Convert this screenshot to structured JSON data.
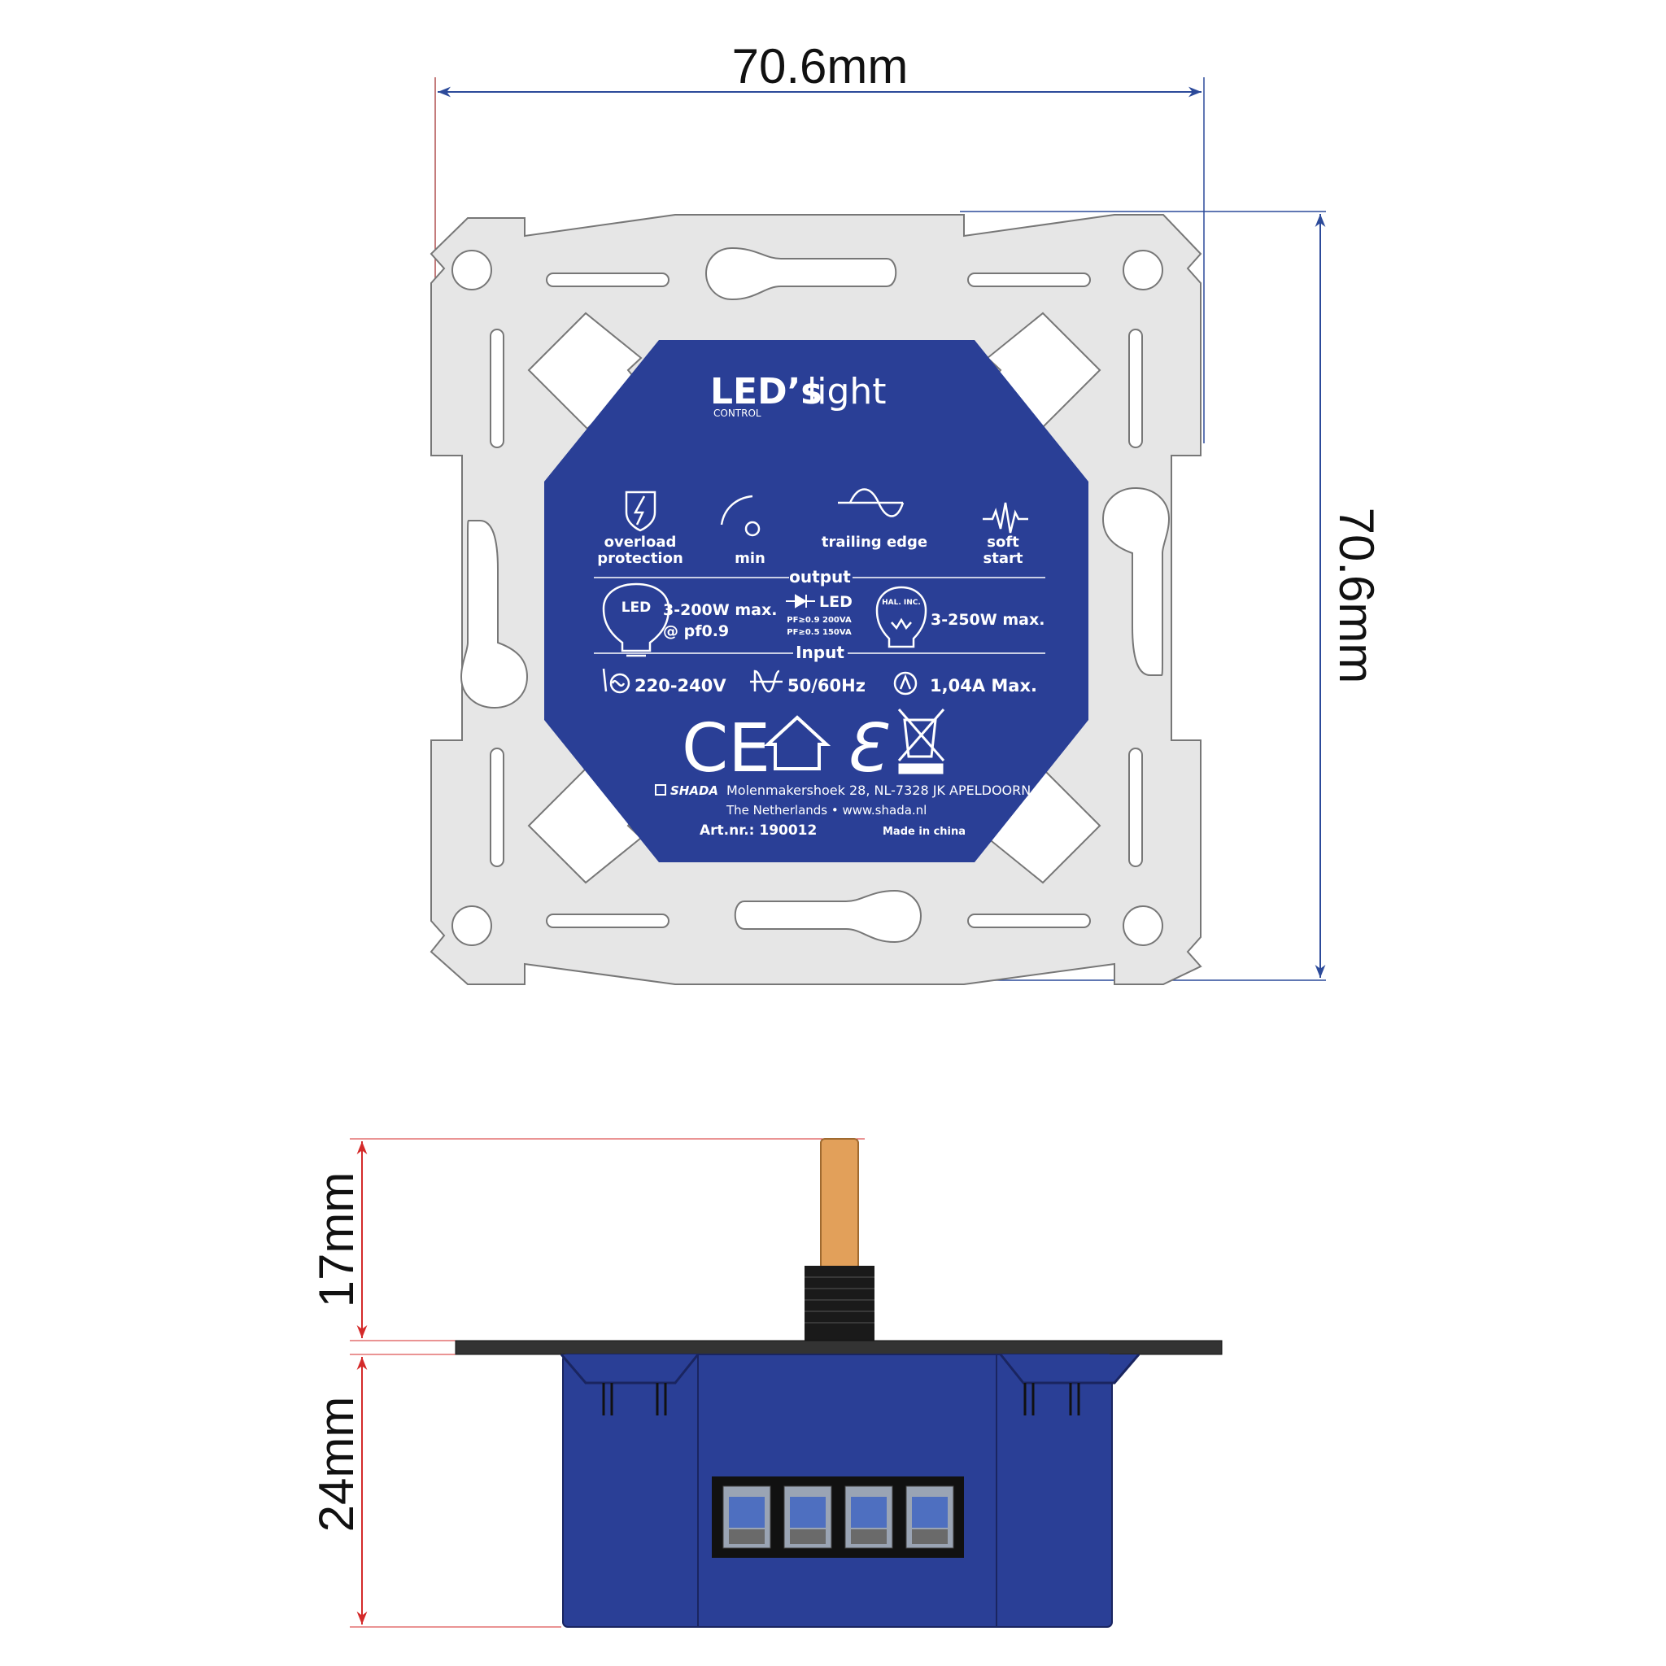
{
  "dimensions": {
    "width": "70.6mm",
    "height": "70.6mm",
    "shaft": "17mm",
    "body_depth": "24mm"
  },
  "colors": {
    "label_blue": "#2a3f96",
    "plate_grey": "#e6e6e6",
    "plate_outline": "#777777",
    "dim_line_blue": "#2c4a9a",
    "dim_arrow_red": "#d42a2a",
    "shaft_orange": "#e2a05a",
    "body_blue": "#2a3f96",
    "face_plate": "#333333"
  },
  "label": {
    "brand_bold": "LED’s",
    "brand_light": "light",
    "brand_sub": "CONTROL",
    "features": [
      {
        "icon": "lightning-shield-icon",
        "line1": "overload",
        "line2": "protection"
      },
      {
        "icon": "dimmer-min-icon",
        "line1": "",
        "line2": "min"
      },
      {
        "icon": "trailing-edge-wave-icon",
        "line1": "trailing edge",
        "line2": ""
      },
      {
        "icon": "soft-start-wave-icon",
        "line1": "soft",
        "line2": "start"
      }
    ],
    "output_heading": "output",
    "led_bulb_text": "LED",
    "led_range": "3-200W max.",
    "led_pf": "@ pf0.9",
    "led_symbol_label": "LED",
    "pf_line1": "PF≥0.9 200VA",
    "pf_line2": "PF≥0.5 150VA",
    "hal_bulb_text": "HAL. INC.",
    "hal_range": "3-250W max.",
    "input_heading": "Input",
    "voltage": "220-240V",
    "frequency": "50/60Hz",
    "current": "1,04A Max.",
    "ce_mark": "CE",
    "eps_mark": "Ɛ",
    "maker": "SHADA",
    "address_line1": "Molenmakershoek 28, NL-7328 JK APELDOORN",
    "address_line2": "The Netherlands • www.shada.nl",
    "article": "Art.nr.: 190012",
    "origin": "Made in china"
  }
}
